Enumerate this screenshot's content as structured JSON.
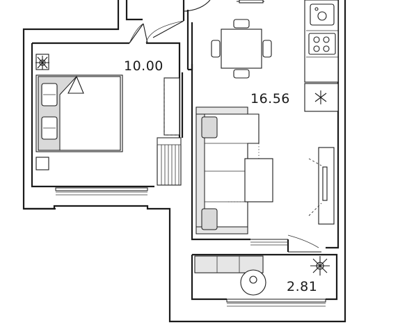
{
  "rooms": {
    "bedroom": {
      "area": "10.00"
    },
    "living_kitchen": {
      "area": "16.56"
    },
    "balcony": {
      "area": "2.81"
    }
  },
  "icons": {
    "plant": "plant-icon",
    "snowflake": "snowflake-icon"
  },
  "colors": {
    "wall": "#1a1a1a",
    "upholstery": "#d9d9d9",
    "background": "#ffffff"
  }
}
